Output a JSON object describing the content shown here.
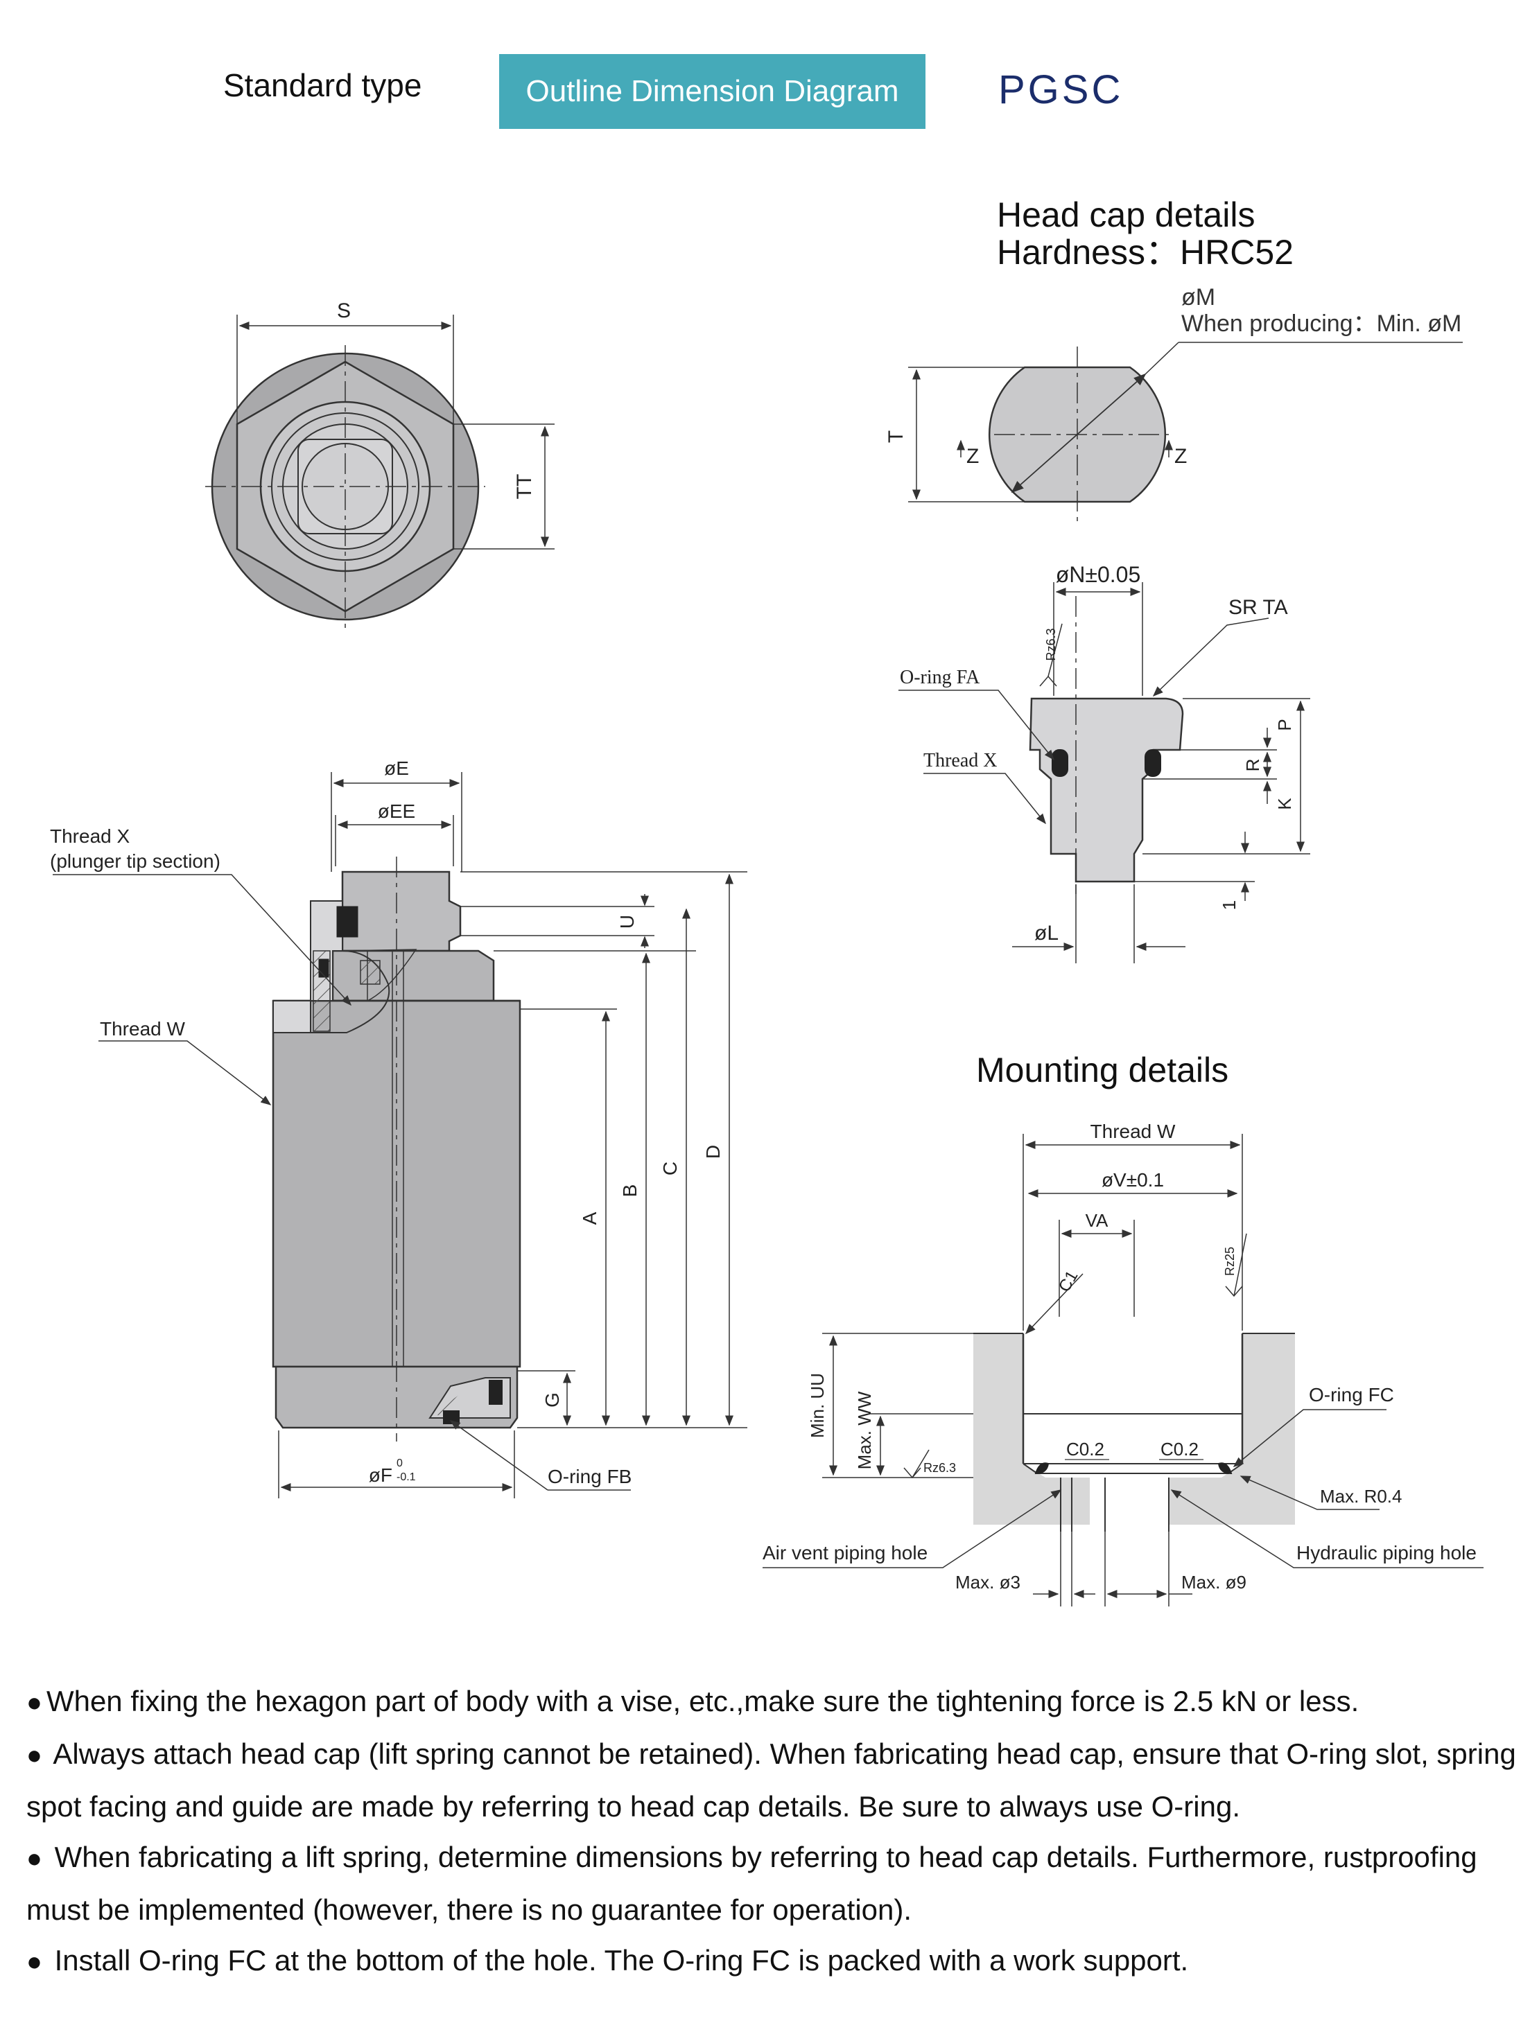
{
  "header": {
    "left_title": "Standard type",
    "badge": "Outline Dimension Diagram",
    "model": "PGSC",
    "badge_color": "#45aab9",
    "model_color": "#1b2d6b"
  },
  "head_cap": {
    "title": "Head cap details",
    "hardness": "Hardness：HRC52",
    "labels": {
      "dia_m": "øM",
      "when_producing": "When producing：Min. øM",
      "t": "T",
      "z": "Z",
      "dia_n": "øN±0.05",
      "sr_ta": "SR TA",
      "rz63": "Rz6.3",
      "oring_fa": "O-ring FA",
      "thread_x": "Thread X",
      "p": "P",
      "r": "R",
      "k": "K",
      "one": "1",
      "dia_l": "øL"
    }
  },
  "body": {
    "labels": {
      "s": "S",
      "tt": "TT",
      "dia_e": "øE",
      "dia_ee": "øEE",
      "thread_x_1": "Thread X",
      "thread_x_2": "(plunger tip section)",
      "thread_w": "Thread W",
      "u": "U",
      "a": "A",
      "b": "B",
      "c": "C",
      "d": "D",
      "g": "G",
      "dia_f": "øF",
      "f_tol_top": "0",
      "f_tol_bottom": "-0.1",
      "oring_fb": "O-ring FB"
    }
  },
  "mounting": {
    "title": "Mounting details",
    "labels": {
      "thread_w": "Thread W",
      "dia_v": "øV±0.1",
      "va": "VA",
      "c1": "C1",
      "rz25": "Rz25",
      "min_uu": "Min. UU",
      "max_ww": "Max. WW",
      "rz63": "Rz6.3",
      "c02_left": "C0.2",
      "c02_right": "C0.2",
      "oring_fc": "O-ring FC",
      "max_r04": "Max. R0.4",
      "air_vent": "Air vent piping hole",
      "hydraulic": "Hydraulic piping hole",
      "max_d3": "Max. ø3",
      "max_d9": "Max. ø9"
    }
  },
  "notes": [
    "When fixing the hexagon part of body with a vise, etc.,make sure the tightening force is 2.5 kN or less.",
    "Always attach head cap (lift spring cannot be retained). When fabricating head cap, ensure that O-ring slot, spring spot facing and guide are made by referring to head cap details. Be sure to always use O-ring.",
    "When fabricating a lift spring, determine dimensions by referring to head cap details. Furthermore, rustproofing must be implemented (however, there is no guarantee for operation).",
    "Install O-ring FC at the bottom of the hole. The O-ring FC is packed with a work support."
  ]
}
